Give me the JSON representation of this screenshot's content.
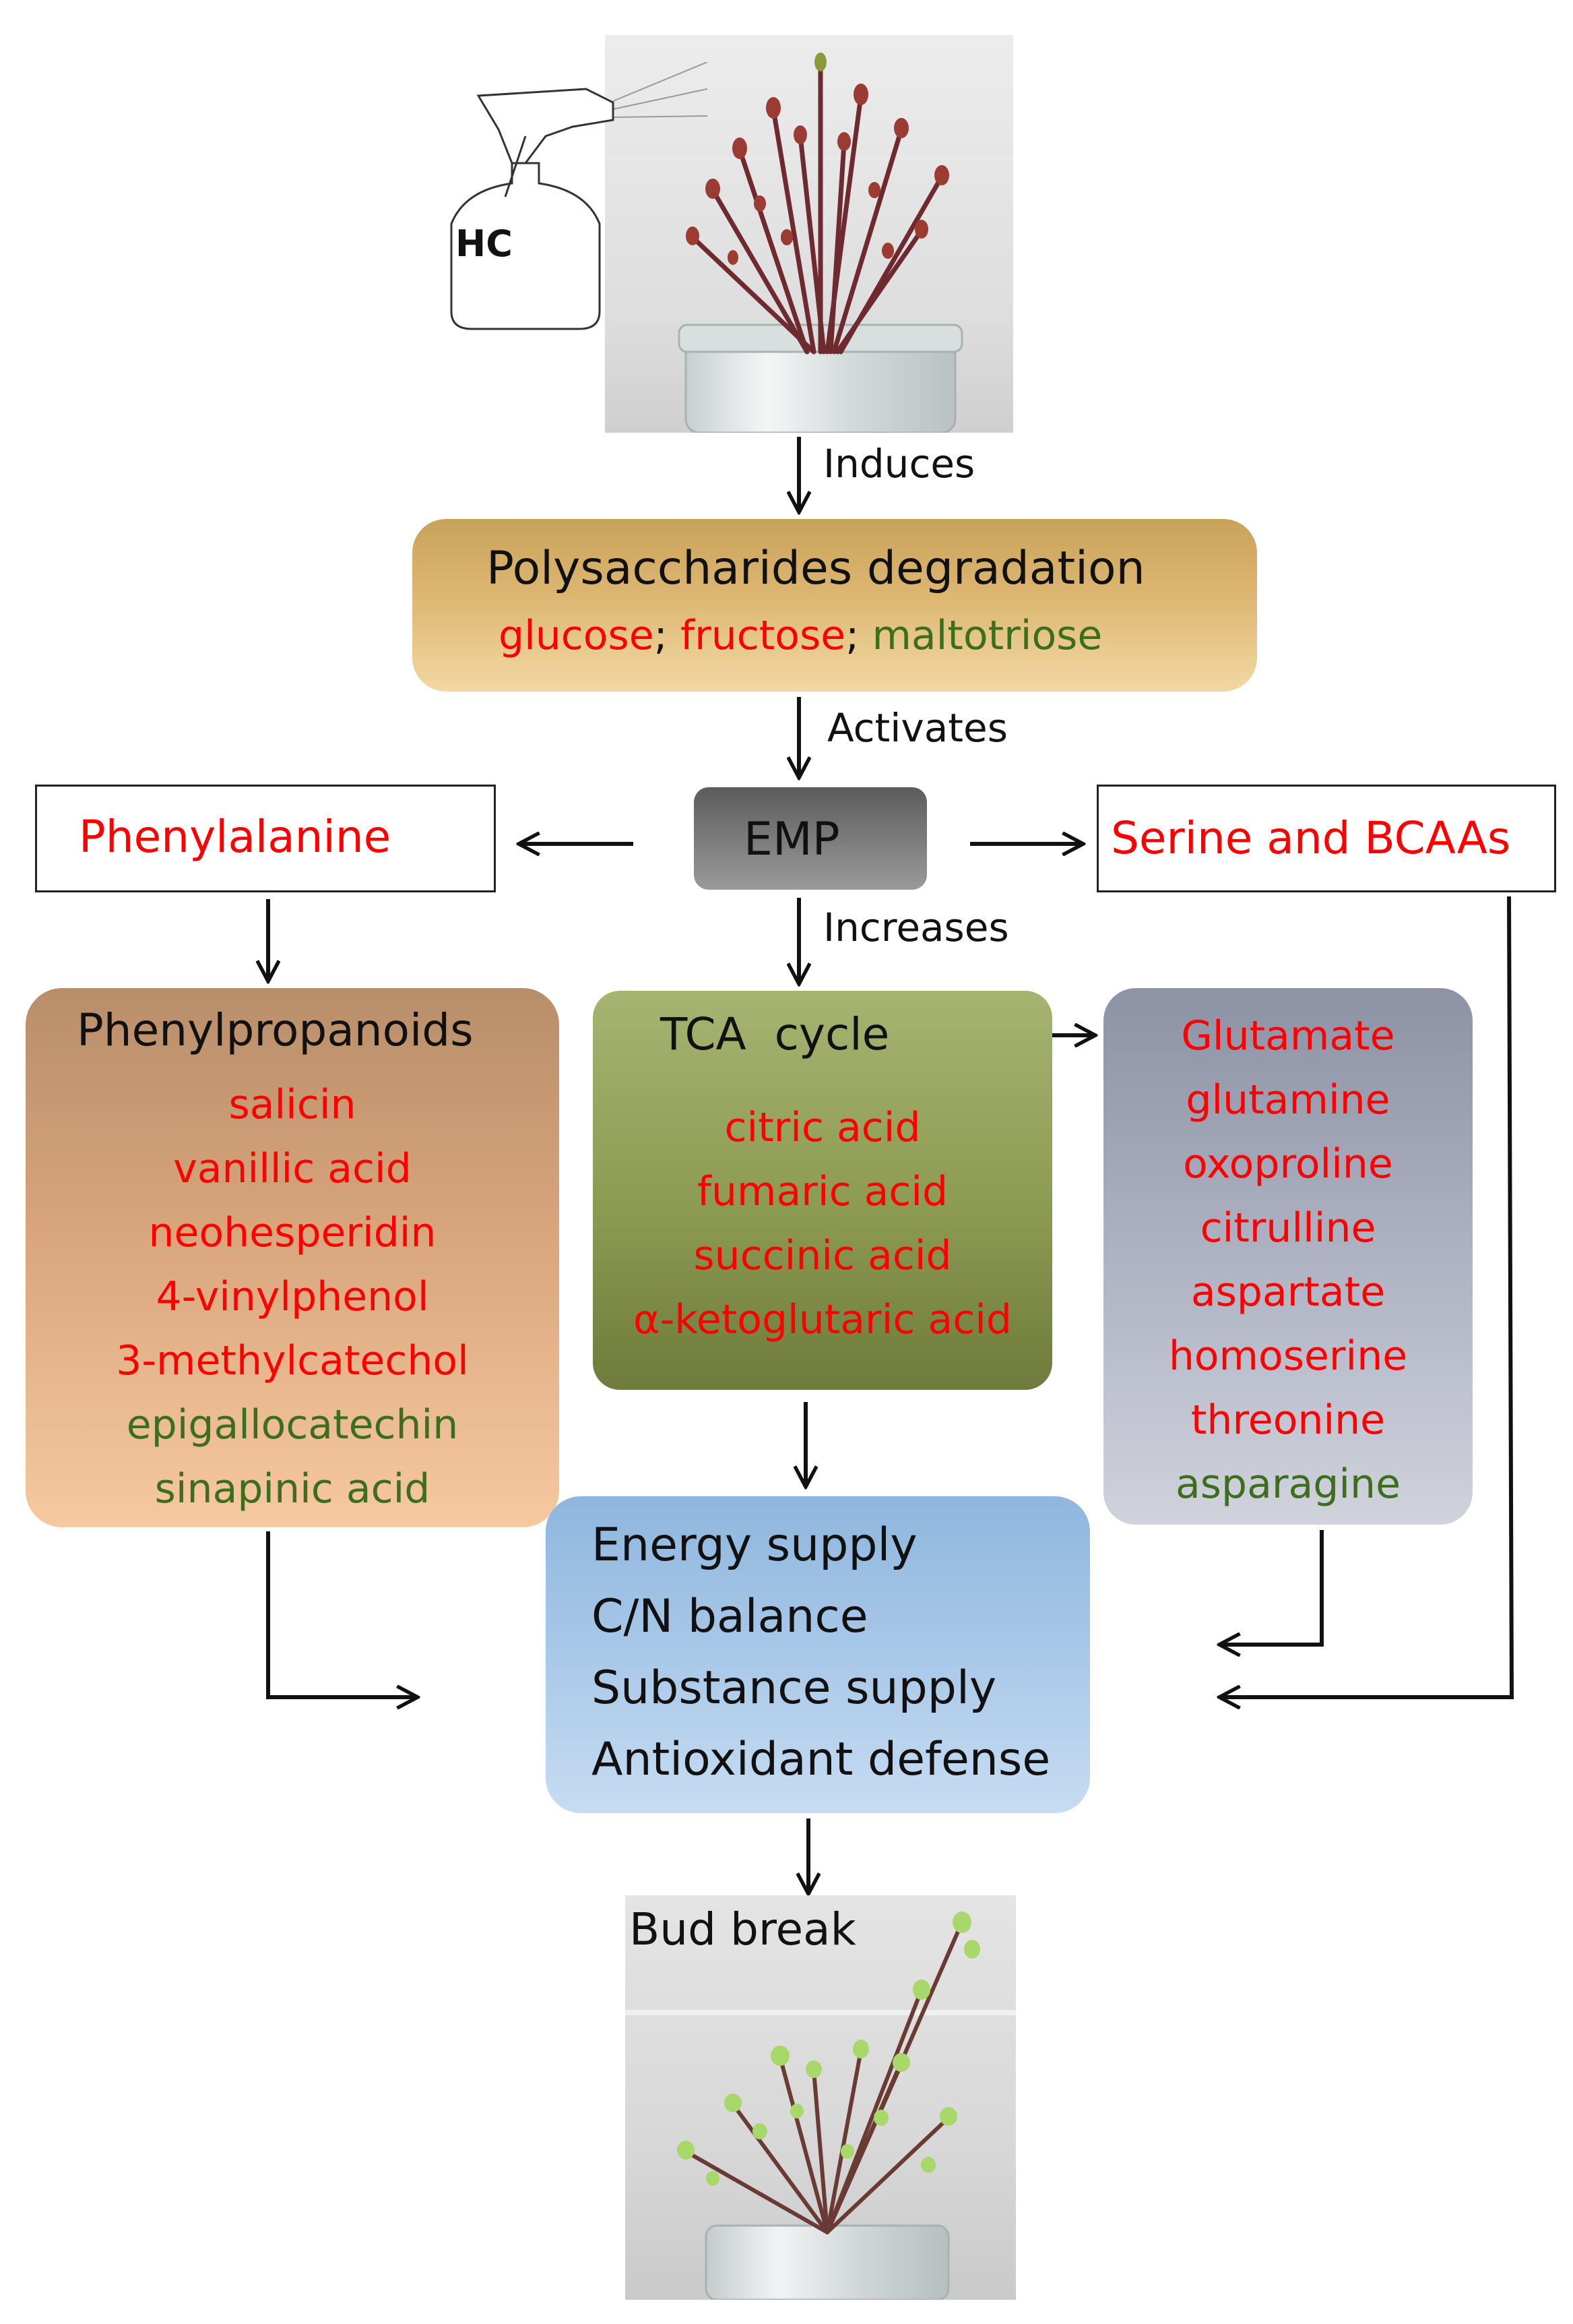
{
  "diagram": {
    "sprayer_label": "HC",
    "edge_labels": {
      "induces": "Induces",
      "activates": "Activates",
      "increases": "Increases"
    },
    "polysaccharides": {
      "title": "Polysaccharides degradation",
      "items": [
        {
          "text": "glucose",
          "color": "#ff0000"
        },
        {
          "text": ";",
          "color": "#111111"
        },
        {
          "text": "fructose",
          "color": "#ff0000"
        },
        {
          "text": ";",
          "color": "#111111"
        },
        {
          "text": "maltotriose",
          "color": "#3c6e1e"
        }
      ]
    },
    "emp": "EMP",
    "phenylalanine": "Phenylalanine",
    "serine_bcaas": "Serine and BCAAs",
    "phenylpropanoids": {
      "title": "Phenylpropanoids",
      "items": [
        {
          "text": "salicin",
          "color": "#ff0000"
        },
        {
          "text": "vanillic acid",
          "color": "#ff0000"
        },
        {
          "text": "neohesperidin",
          "color": "#ff0000"
        },
        {
          "text": "4-vinylphenol",
          "color": "#ff0000"
        },
        {
          "text": "3-methylcatechol",
          "color": "#ff0000"
        },
        {
          "text": "epigallocatechin",
          "color": "#3c6e1e"
        },
        {
          "text": "sinapinic acid",
          "color": "#3c6e1e"
        }
      ]
    },
    "tca": {
      "title": "TCA  cycle",
      "items": [
        {
          "text": "citric acid",
          "color": "#ff0000"
        },
        {
          "text": "fumaric acid",
          "color": "#ff0000"
        },
        {
          "text": "succinic acid",
          "color": "#ff0000"
        },
        {
          "text": "α-ketoglutaric acid",
          "color": "#ff0000"
        }
      ]
    },
    "amino_acids": {
      "items": [
        {
          "text": "Glutamate",
          "color": "#ff0000"
        },
        {
          "text": "glutamine",
          "color": "#ff0000"
        },
        {
          "text": "oxoproline",
          "color": "#ff0000"
        },
        {
          "text": "citrulline",
          "color": "#ff0000"
        },
        {
          "text": "aspartate",
          "color": "#ff0000"
        },
        {
          "text": "homoserine",
          "color": "#ff0000"
        },
        {
          "text": "threonine",
          "color": "#ff0000"
        },
        {
          "text": "asparagine",
          "color": "#3c6e1e"
        }
      ]
    },
    "outcomes": {
      "items": [
        "Energy supply",
        "C/N balance",
        "Substance supply",
        "Antioxidant defense"
      ]
    },
    "bud_break_label": "Bud break"
  }
}
